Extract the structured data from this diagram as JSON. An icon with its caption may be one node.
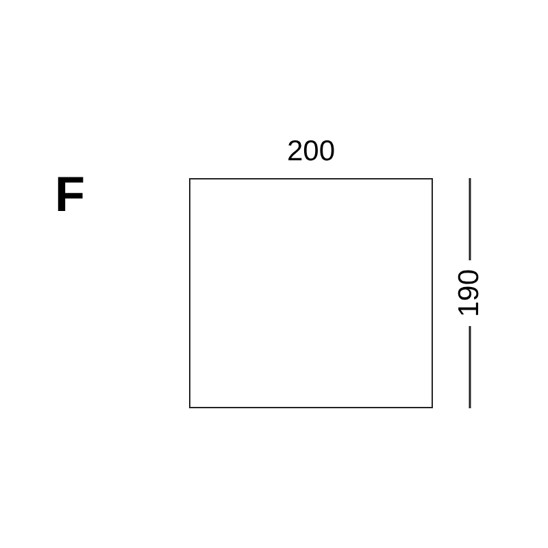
{
  "diagram": {
    "nodes": [
      {
        "text": [],
        "shape": "box",
        "beside": [
          "200",
          "190"
        ]
      }
    ],
    "edges": [],
    "labels": [
      "F"
    ]
  }
}
